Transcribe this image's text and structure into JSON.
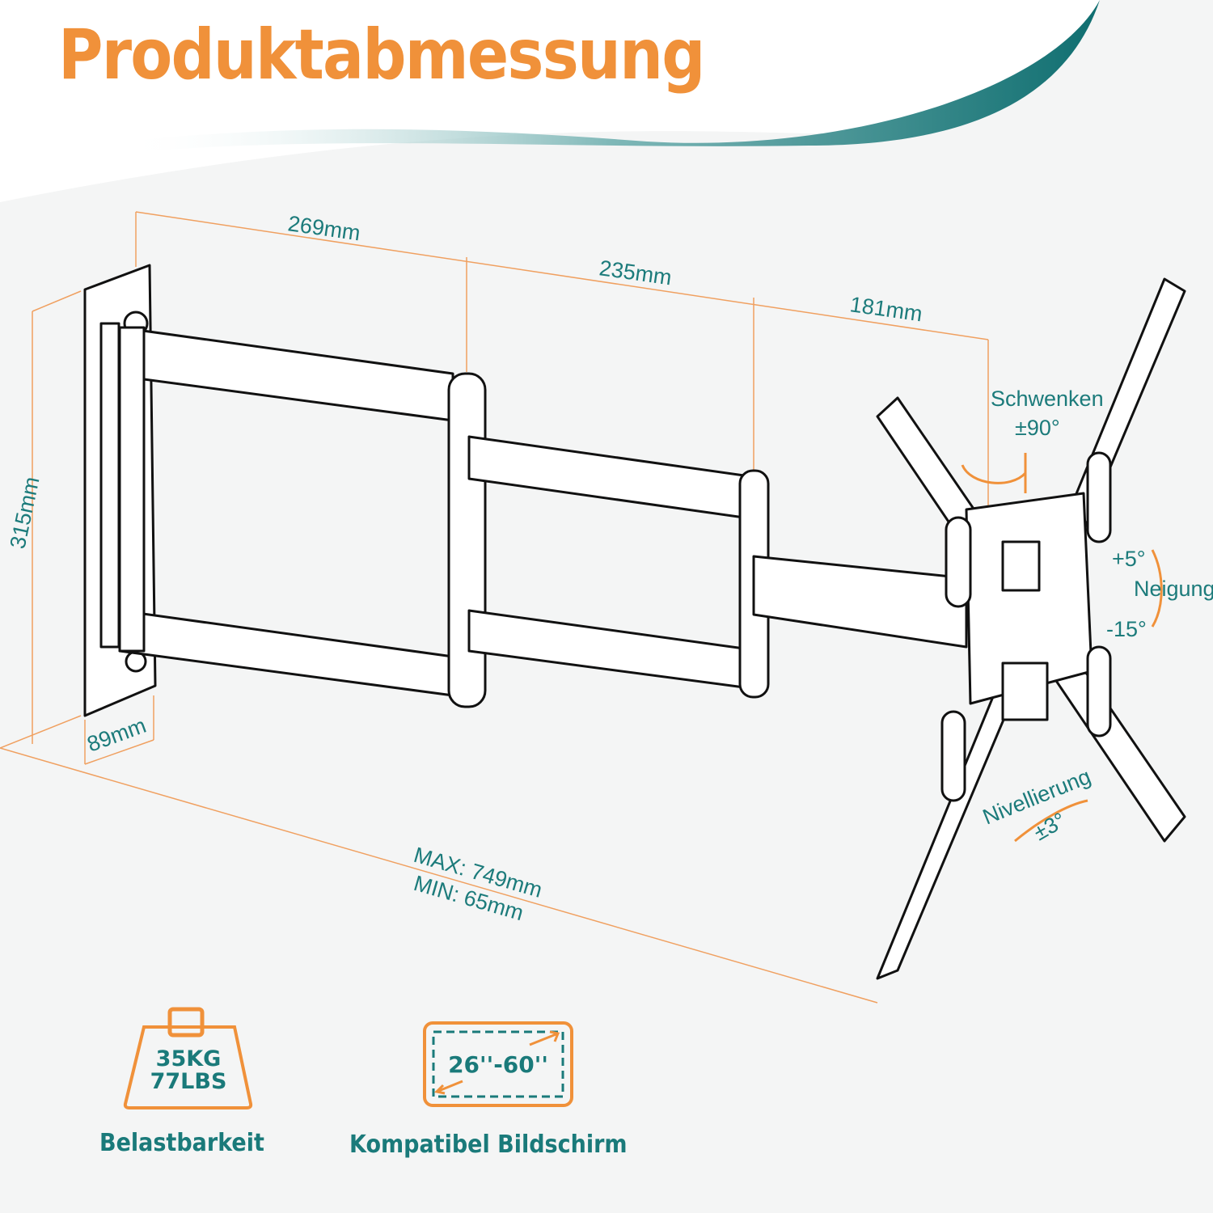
{
  "title": "Produktabmessung",
  "dimensions": {
    "seg1": "269mm",
    "seg2": "235mm",
    "seg3": "181mm",
    "height": "315mm",
    "depth": "89mm",
    "max": "MAX: 749mm",
    "min": "MIN: 65mm"
  },
  "motion": {
    "swivel_label": "Schwenken",
    "swivel_value": "±90°",
    "tilt_up": "+5°",
    "tilt_label": "Neigung",
    "tilt_down": "-15°",
    "level_label": "Nivellierung",
    "level_value": "±3°"
  },
  "features": [
    {
      "icon": "weight-icon",
      "line1": "35KG",
      "line2": "77LBS",
      "label": "Belastbarkeit"
    },
    {
      "icon": "screen-size-icon",
      "value": "26''-60''",
      "label": "Kompatibel Bildschirm"
    }
  ],
  "colors": {
    "accent": "#f0913a",
    "teal": "#1a7a7a"
  }
}
